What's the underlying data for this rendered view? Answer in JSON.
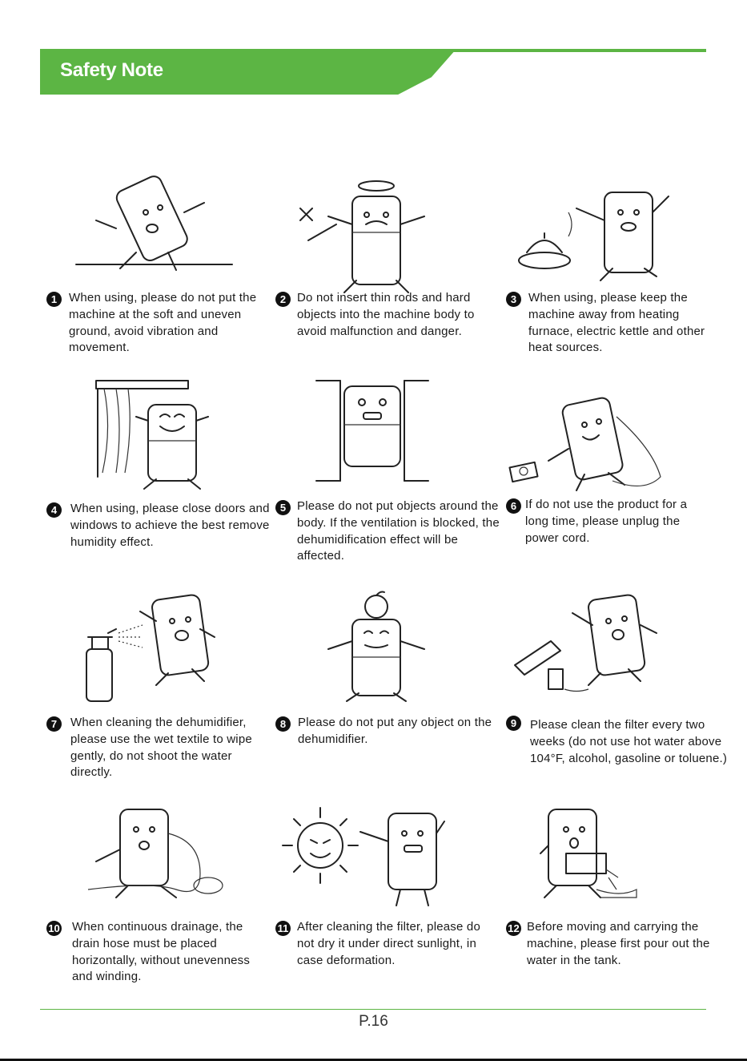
{
  "header": {
    "title": "Safety Note"
  },
  "notes": [
    {
      "num": "1",
      "text": "When using, please do not put the machine at the soft and uneven ground, avoid vibration and movement."
    },
    {
      "num": "2",
      "text": "Do not insert thin rods and hard objects into the machine body to avoid malfunction and danger."
    },
    {
      "num": "3",
      "text": "When using, please keep the machine away from heating furnace, electric kettle and other heat sources."
    },
    {
      "num": "4",
      "text": "When using, please close doors and windows to achieve the best remove humidity effect."
    },
    {
      "num": "5",
      "text": "Please do not put objects around the body. If the ventilation is blocked, the dehumidification effect will be affected."
    },
    {
      "num": "6",
      "text": "If do not use the product for a long time, please unplug the power cord."
    },
    {
      "num": "7",
      "text": "When cleaning the dehumidifier, please use the wet textile to wipe gently, do not shoot the water directly."
    },
    {
      "num": "8",
      "text": "Please do not put any object on the dehumidifier."
    },
    {
      "num": "9",
      "text": "Please clean the filter every two weeks (do not use hot water above 104°F, alcohol, gasoline or toluene.)"
    },
    {
      "num": "10",
      "text": "When continuous drainage, the drain hose must be placed horizontally, without unevenness and winding."
    },
    {
      "num": "11",
      "text": "After cleaning the filter, please do not dry it under direct sunlight, in case deformation."
    },
    {
      "num": "12",
      "text": "Before moving and carrying the machine, please first pour out the water in the tank."
    }
  ],
  "footer": {
    "page_number": "P.16"
  },
  "colors": {
    "accent": "#5cb544"
  }
}
